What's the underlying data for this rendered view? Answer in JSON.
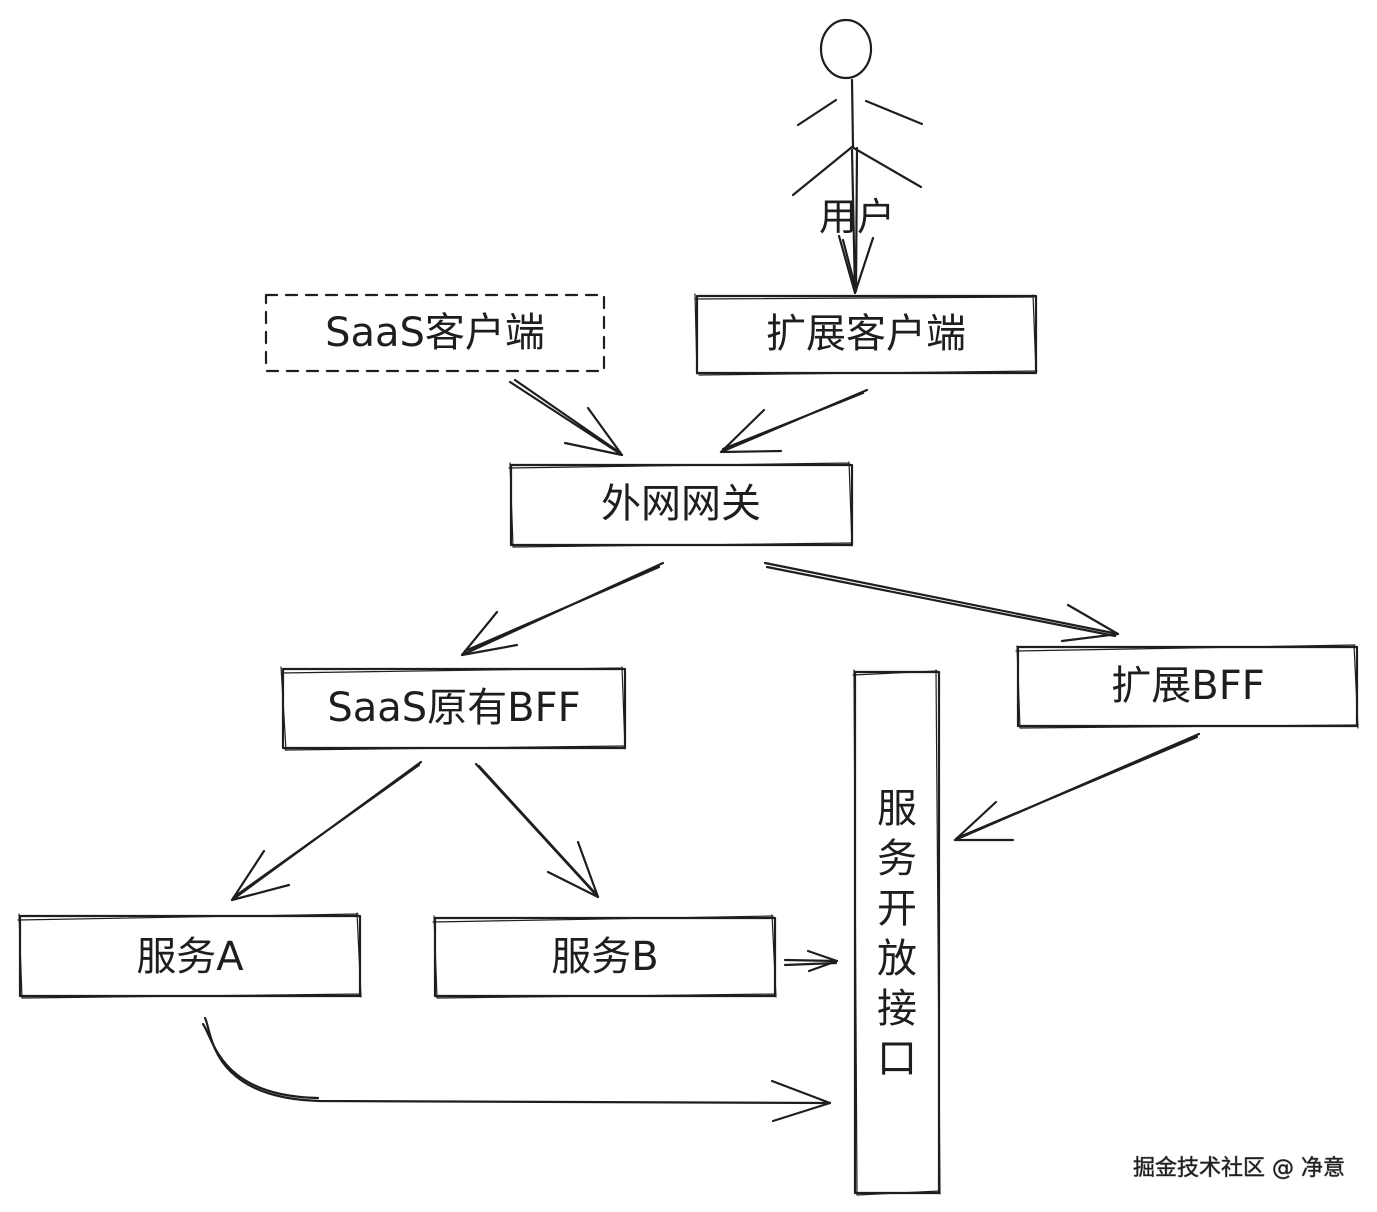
{
  "actor": {
    "label": "用户"
  },
  "nodes": {
    "saas_client": "SaaS客户端",
    "ext_client": "扩展客户端",
    "gateway": "外网网关",
    "saas_bff": "SaaS原有BFF",
    "ext_bff": "扩展BFF",
    "open_api": [
      "服",
      "务",
      "开",
      "放",
      "接",
      "口"
    ],
    "service_a": "服务A",
    "service_b": "服务B"
  },
  "watermark": "掘金技术社区 @ 净意",
  "colors": {
    "stroke": "#1e1e1e",
    "background": "#ffffff"
  }
}
